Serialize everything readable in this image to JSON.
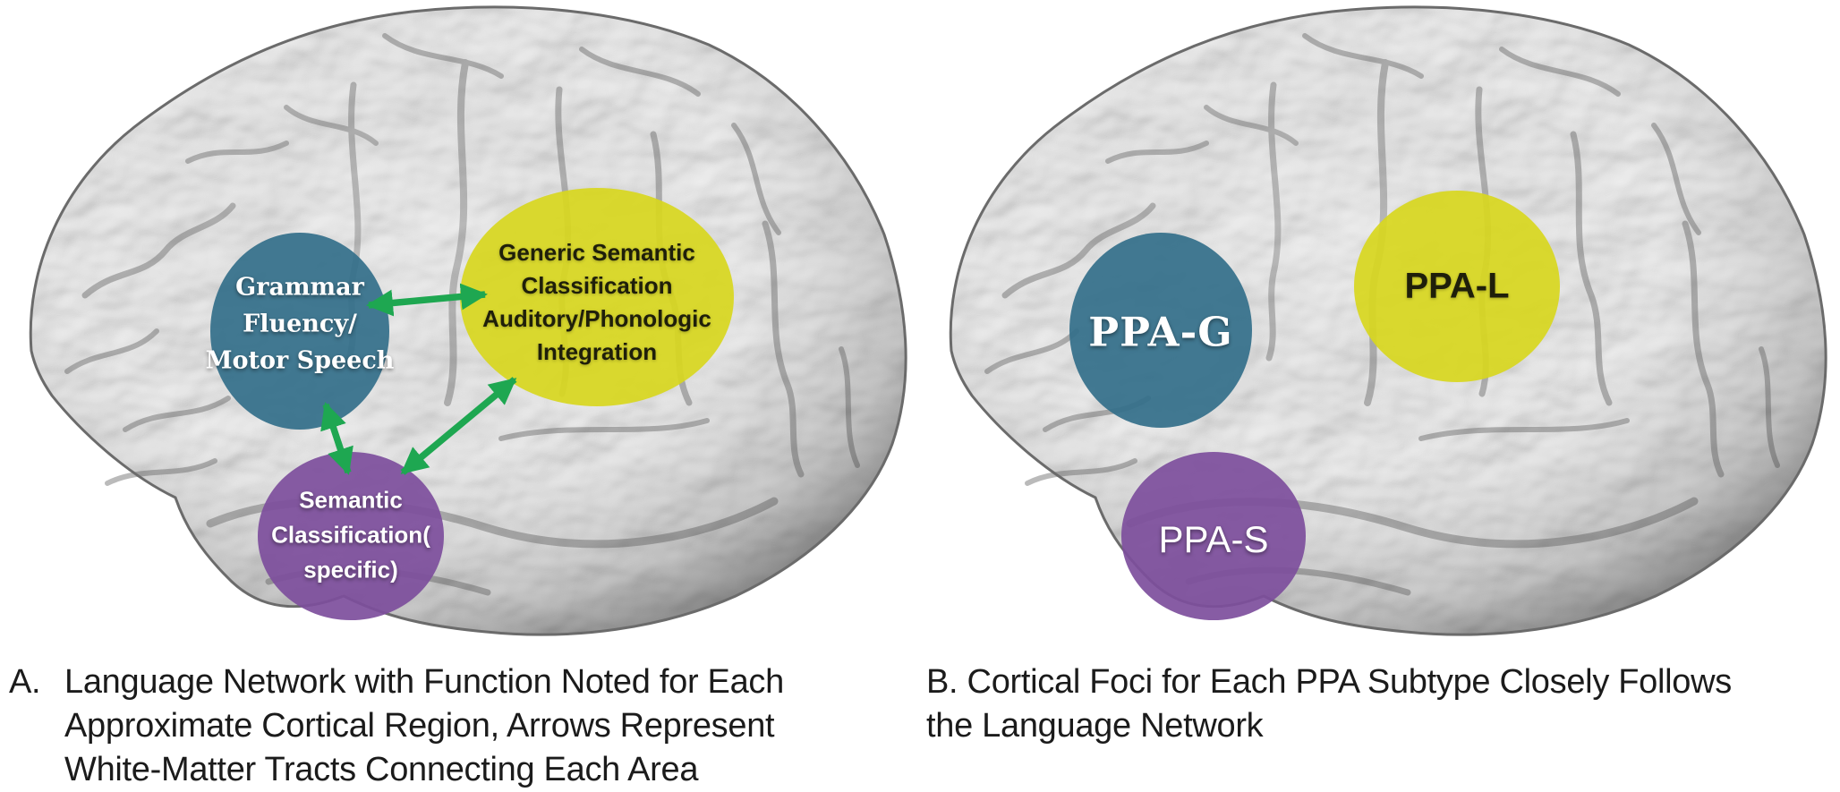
{
  "figure": {
    "panel_a": {
      "caption_marker": "A.",
      "caption": "Language Network with Function Noted for Each\nApproximate Cortical Region, Arrows Represent\nWhite-Matter Tracts Connecting Each Area",
      "arrow_color": "#1ea751",
      "regions": {
        "frontal": {
          "label": "Grammar\nFluency/\nMotor Speech",
          "color": "#336f8a"
        },
        "temporoparietal": {
          "label": "Generic Semantic\nClassification\nAuditory/Phonologic\nIntegration",
          "color": "#d8d71e"
        },
        "anterior_temporal": {
          "label": "Semantic\nClassification(\nspecific)",
          "color": "#7d4e9c"
        }
      }
    },
    "panel_b": {
      "caption": "B. Cortical Foci for Each PPA Subtype Closely Follows\nthe Language Network",
      "regions": {
        "ppa_g": {
          "label": "PPA-G",
          "color": "#336f8a"
        },
        "ppa_l": {
          "label": "PPA-L",
          "color": "#d8d71e"
        },
        "ppa_s": {
          "label": "PPA-S",
          "color": "#7d4e9c"
        }
      }
    },
    "brain_base_color": "#aeaeae"
  }
}
